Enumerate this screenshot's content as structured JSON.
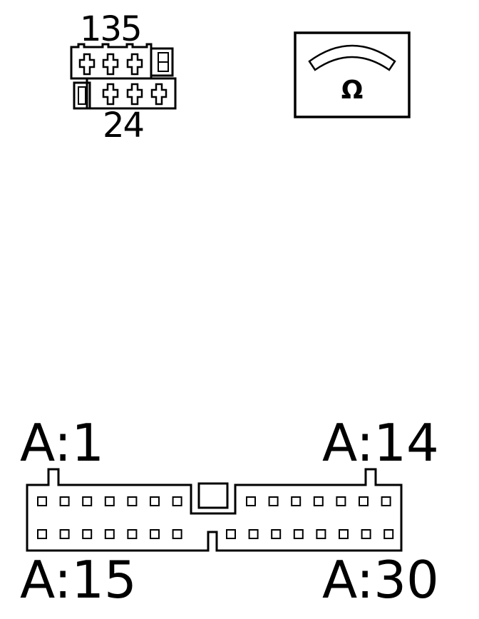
{
  "small_connector": {
    "top_label": "135",
    "bottom_label": "24"
  },
  "ohmmeter": {
    "symbol": "Ω"
  },
  "large_connector": {
    "label_top_left": "A:1",
    "label_top_right": "A:14",
    "label_bottom_left": "A:15",
    "label_bottom_right": "A:30"
  },
  "colors": {
    "ink": "#000000",
    "paper": "#ffffff"
  }
}
